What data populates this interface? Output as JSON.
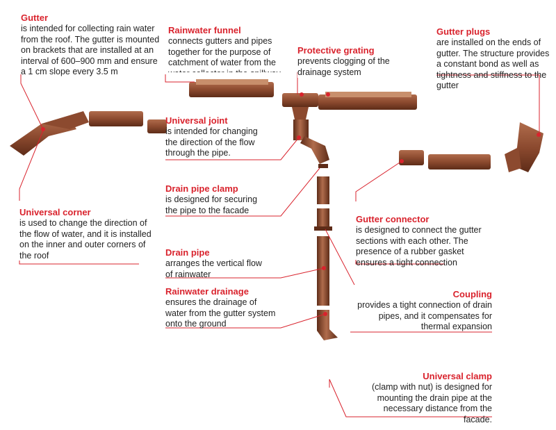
{
  "colors": {
    "accent": "#d9232d",
    "pipe": "#8c4a2f",
    "pipe_light": "#b06c4c",
    "pipe_dark": "#5e2c18",
    "text": "#222222"
  },
  "labels": [
    {
      "id": "gutter",
      "title": "Gutter",
      "text": "is intended for collecting rain water from the roof. The gutter is mounted on brackets that are installed at an interval of 600–900 mm and ensure a 1 cm slope every 3.5 m"
    },
    {
      "id": "funnel",
      "title": "Rainwater funnel",
      "text": "connects gutters and pipes together for the purpose of catchment of water from the water collector in the spillway system"
    },
    {
      "id": "grating",
      "title": "Protective grating",
      "text": "prevents clogging of the drainage system"
    },
    {
      "id": "plugs",
      "title": "Gutter plugs",
      "text": "are installed on the ends of gutter. The structure provides a constant bond as well as tightness and stiffness to the gutter"
    },
    {
      "id": "joint",
      "title": "Universal joint",
      "text": "is intended for changing the direction of the flow through the pipe."
    },
    {
      "id": "clamp",
      "title": "Drain pipe clamp",
      "text": "is designed for securing the pipe to the facade"
    },
    {
      "id": "corner",
      "title": "Universal corner",
      "text": "is used to change the direction of the flow of water, and it is installed on the inner and outer corners of the roof"
    },
    {
      "id": "connector",
      "title": "Gutter connector",
      "text": "is designed to connect the gutter sections with each other. The presence of a rubber gasket ensures a tight connection"
    },
    {
      "id": "pipe",
      "title": "Drain pipe",
      "text": "arranges the vertical flow of rainwater"
    },
    {
      "id": "drainage",
      "title": "Rainwater drainage",
      "text": "ensures the drainage of water from the gutter system onto the ground"
    },
    {
      "id": "coupling",
      "title": "Coupling",
      "text": "provides a tight connection of drain pipes, and it compensates for thermal expansion"
    },
    {
      "id": "uclamp",
      "title": "Universal clamp",
      "text": "(clamp with nut) is designed for mounting the drain pipe at the necessary distance from the facade."
    }
  ]
}
